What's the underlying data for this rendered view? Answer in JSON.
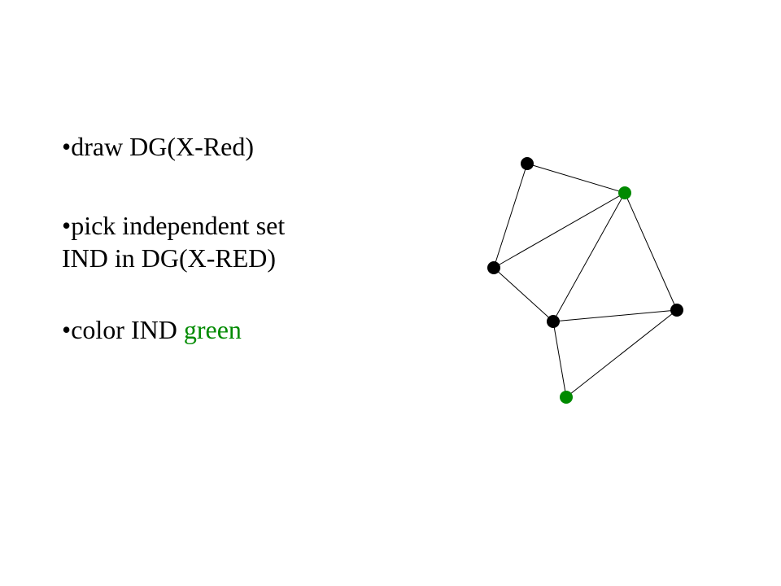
{
  "bullets": {
    "item1": "•draw DG(X-Red)",
    "item2_line1": "•pick independent set",
    "item2_line2": "IND in DG(X-RED)",
    "item3_prefix": "•color IND ",
    "item3_highlight": "green"
  },
  "colors": {
    "text": "#000000",
    "highlight": "#008a00",
    "edge": "#000000",
    "node_default": "#000000",
    "node_independent": "#008a00"
  },
  "graph": {
    "nodes": [
      {
        "id": "n1",
        "status": "default"
      },
      {
        "id": "n2",
        "status": "independent"
      },
      {
        "id": "n3",
        "status": "default"
      },
      {
        "id": "n4",
        "status": "default"
      },
      {
        "id": "n5",
        "status": "default"
      },
      {
        "id": "n6",
        "status": "independent"
      }
    ],
    "edges": [
      [
        "n1",
        "n2"
      ],
      [
        "n1",
        "n3"
      ],
      [
        "n3",
        "n2"
      ],
      [
        "n2",
        "n4"
      ],
      [
        "n2",
        "n5"
      ],
      [
        "n3",
        "n4"
      ],
      [
        "n4",
        "n5"
      ],
      [
        "n4",
        "n6"
      ],
      [
        "n5",
        "n6"
      ]
    ]
  }
}
